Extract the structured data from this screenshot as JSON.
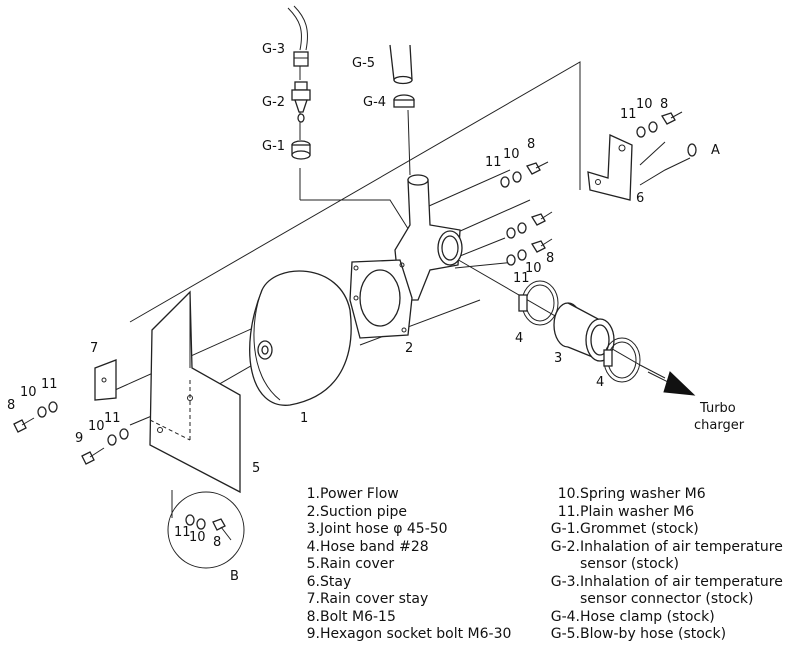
{
  "callouts": {
    "c1": "1",
    "c2": "2",
    "c3": "3",
    "c4a": "4",
    "c4b": "4",
    "c5": "5",
    "c6": "6",
    "c7": "7",
    "c8a": "8",
    "c8b": "8",
    "c8c": "8",
    "c8d": "8",
    "c8e": "8",
    "c9": "9",
    "c10a": "10",
    "c10b": "10",
    "c10c": "10",
    "c10d": "10",
    "c10e": "10",
    "c10f": "10",
    "c11a": "11",
    "c11b": "11",
    "c11c": "11",
    "c11d": "11",
    "c11e": "11",
    "c11f": "11",
    "g1": "G-1",
    "g2": "G-2",
    "g3": "G-3",
    "g4": "G-4",
    "g5": "G-5",
    "ref_a": "A",
    "ref_b": "B",
    "turbo_line1": "Turbo",
    "turbo_line2": "charger"
  },
  "legend_left": [
    {
      "num": "1.",
      "text": "Power Flow"
    },
    {
      "num": "2.",
      "text": "Suction pipe"
    },
    {
      "num": "3.",
      "text": "Joint hose  φ 45-50"
    },
    {
      "num": "4.",
      "text": "Hose band  #28"
    },
    {
      "num": "5.",
      "text": "Rain cover"
    },
    {
      "num": "6.",
      "text": "Stay"
    },
    {
      "num": "7.",
      "text": "Rain cover stay"
    },
    {
      "num": "8.",
      "text": "Bolt  M6-15"
    },
    {
      "num": "9.",
      "text": "Hexagon socket bolt  M6-30"
    }
  ],
  "legend_right": [
    {
      "num": "10.",
      "text": "Spring washer  M6",
      "cont": ""
    },
    {
      "num": "11.",
      "text": "Plain washer  M6",
      "cont": ""
    },
    {
      "num": "G-1.",
      "text": "Grommet (stock)",
      "cont": ""
    },
    {
      "num": "G-2.",
      "text": "Inhalation of air temperature",
      "cont": "sensor (stock)"
    },
    {
      "num": "G-3.",
      "text": "Inhalation of air temperature",
      "cont": "sensor connector (stock)"
    },
    {
      "num": "G-4.",
      "text": "Hose clamp (stock)",
      "cont": ""
    },
    {
      "num": "G-5.",
      "text": "Blow-by hose (stock)",
      "cont": ""
    }
  ]
}
